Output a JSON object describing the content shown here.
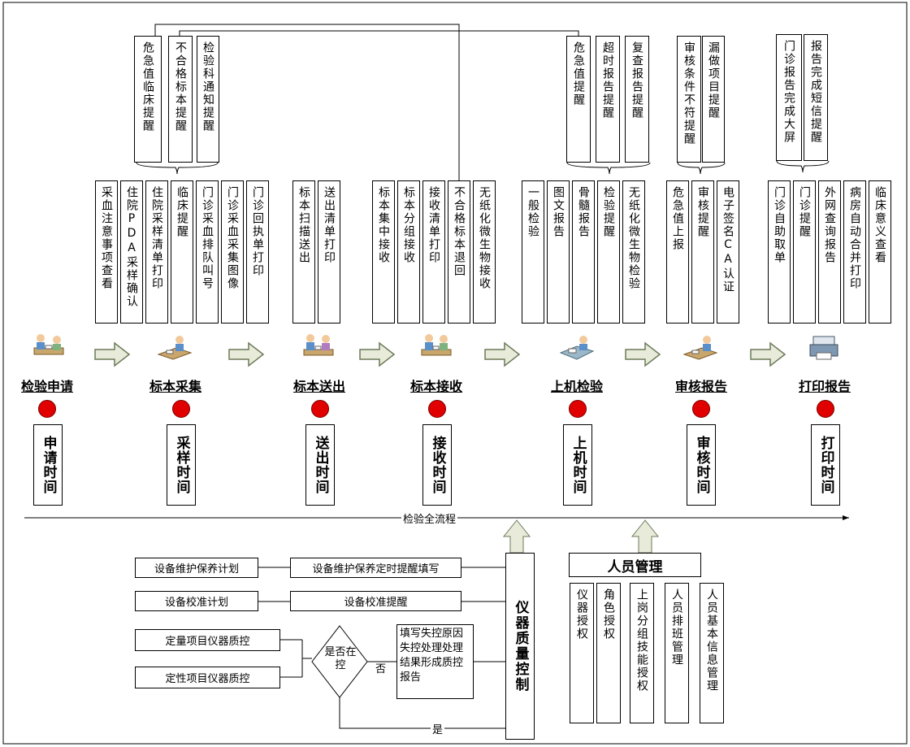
{
  "top_alerts": {
    "group1": [
      "危急值临床提醒",
      "不合格标本提醒",
      "检验科通知提醒"
    ],
    "group2": [
      "危急值提醒",
      "超时报告提醒",
      "复查报告提醒"
    ],
    "group3": [
      "审核条件不符提醒",
      "漏做项目提醒"
    ],
    "group4": [
      "门诊报告完成大屏",
      "报告完成短信提醒"
    ]
  },
  "features": {
    "collect": [
      "采血注意事项查看",
      "住院PDA采样确认",
      "住院采样清单打印",
      "临床提醒",
      "门诊采血排队叫号",
      "门诊采血采集图像",
      "门诊回执单打印"
    ],
    "send": [
      "标本扫描送出",
      "送出清单打印"
    ],
    "receive": [
      "标本集中接收",
      "标本分组接收",
      "接收清单打印",
      "不合格标本退回",
      "无纸化微生物接收"
    ],
    "test": [
      "一般检验",
      "图文报告",
      "骨髓报告",
      "检验提醒",
      "无纸化微生物检验"
    ],
    "audit": [
      "危急值上报",
      "审核提醒",
      "电子签名CA认证"
    ],
    "print": [
      "门诊自助取单",
      "门诊提醒",
      "外网查询报告",
      "病房自动合并打印",
      "临床意义查看"
    ]
  },
  "stages": [
    {
      "label": "检验申请",
      "time": "申请时间",
      "icon": "doctor-patient-icon"
    },
    {
      "label": "标本采集",
      "time": "采样时间",
      "icon": "nurse-desk-icon"
    },
    {
      "label": "标本送出",
      "time": "送出时间",
      "icon": "courier-icon"
    },
    {
      "label": "标本接收",
      "time": "接收时间",
      "icon": "lab-staff-icon"
    },
    {
      "label": "上机检验",
      "time": "上机时间",
      "icon": "analyzer-desk-icon"
    },
    {
      "label": "审核报告",
      "time": "审核时间",
      "icon": "reviewer-desk-icon"
    },
    {
      "label": "打印报告",
      "time": "打印时间",
      "icon": "printer-icon"
    }
  ],
  "timeline_label": "检验全流程",
  "quality": {
    "plan1": "设备维护保养计划",
    "plan1_action": "设备维护保养定时提醒填写",
    "plan2": "设备校准计划",
    "plan2_action": "设备校准提醒",
    "qc1": "定量项目仪器质控",
    "qc2": "定性项目仪器质控",
    "decision": "是否在控",
    "no_label": "否",
    "yes_label": "是",
    "fail_action": "填写失控原因失控处理处理结果形成质控报告",
    "instrument_title": "仪器质量控制"
  },
  "hr": {
    "title": "人员管理",
    "items": [
      "仪器授权",
      "角色授权",
      "上岗分组技能授权",
      "人员排班管理",
      "人员基本信息管理"
    ]
  },
  "colors": {
    "dot": "#e00000",
    "arrow_fill": "#e8ebd9",
    "arrow_stroke": "#6b7a5a"
  }
}
